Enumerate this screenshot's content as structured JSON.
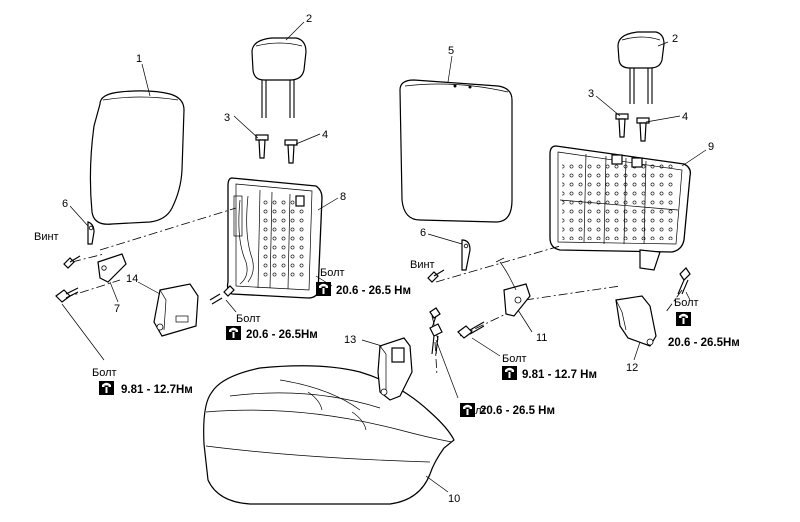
{
  "parts": {
    "n1": "1",
    "n2a": "2",
    "n2b": "2",
    "n3a": "3",
    "n3b": "3",
    "n4a": "4",
    "n4b": "4",
    "n5": "5",
    "n6a": "6",
    "n6b": "6",
    "n7": "7",
    "n8": "8",
    "n9": "9",
    "n10": "10",
    "n11": "11",
    "n12": "12",
    "n13": "13",
    "n14": "14"
  },
  "fasteners": {
    "vint": "Винт",
    "bolt": "Болт"
  },
  "torque": {
    "t_9_81": "9.81 - 12.7Нм",
    "t_9_81_sp": "9.81 - 12.7 Нм",
    "t_20_6_sp": "20.6 - 26.5 Нм",
    "t_20_6": "20.6 - 26.5Нм"
  }
}
